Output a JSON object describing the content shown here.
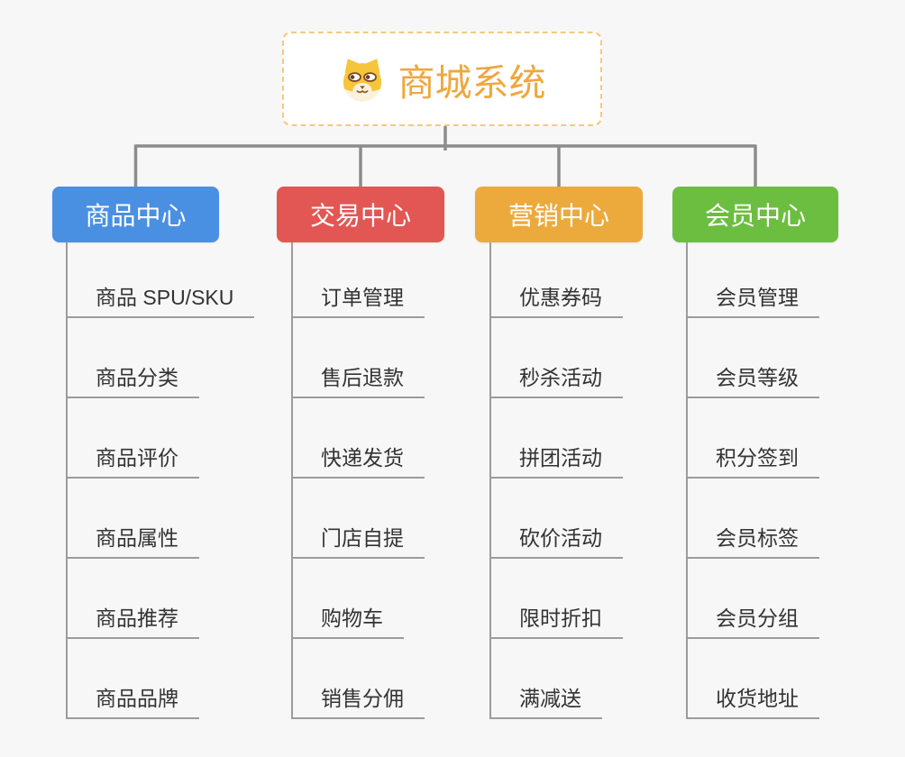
{
  "canvas": {
    "background": "#F7F7F7",
    "connector_color": "#8C8C8C",
    "leaf_line_color": "#9C9C9C",
    "leaf_text_color": "#333333"
  },
  "root": {
    "label": "商城系统",
    "icon": "dog-face",
    "text_color": "#EFA73E",
    "border_color": "#F6C87D"
  },
  "branches": [
    {
      "label": "商品中心",
      "color": "#4A90E2",
      "items": [
        "商品 SPU/SKU",
        "商品分类",
        "商品评价",
        "商品属性",
        "商品推荐",
        "商品品牌"
      ]
    },
    {
      "label": "交易中心",
      "color": "#E25754",
      "items": [
        "订单管理",
        "售后退款",
        "快递发货",
        "门店自提",
        "购物车",
        "销售分佣"
      ]
    },
    {
      "label": "营销中心",
      "color": "#ECAA3D",
      "items": [
        "优惠券码",
        "秒杀活动",
        "拼团活动",
        "砍价活动",
        "限时折扣",
        "满减送"
      ]
    },
    {
      "label": "会员中心",
      "color": "#6CBE40",
      "items": [
        "会员管理",
        "会员等级",
        "积分签到",
        "会员标签",
        "会员分组",
        "收货地址"
      ]
    }
  ]
}
